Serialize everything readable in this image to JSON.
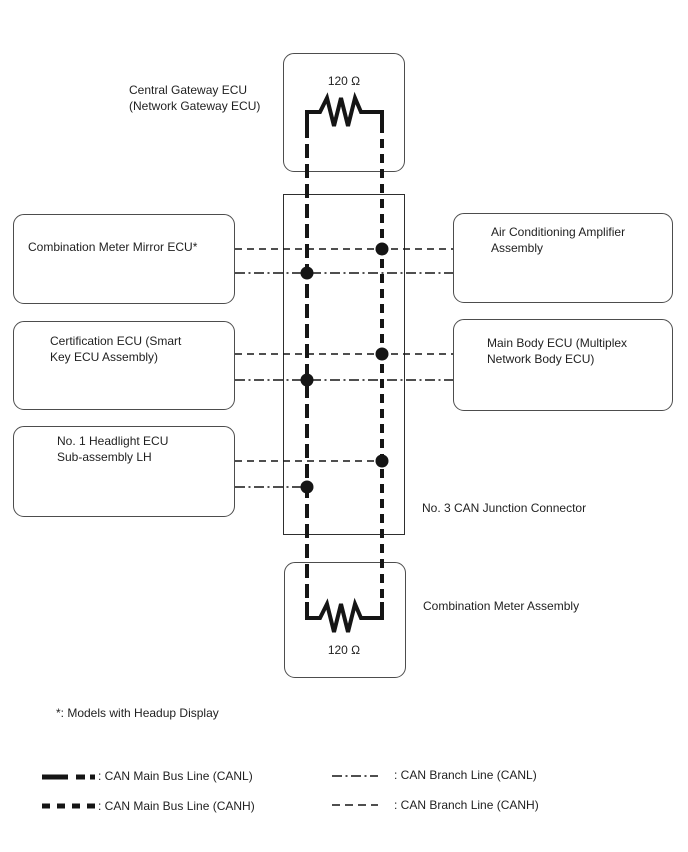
{
  "colors": {
    "ink": "#1a1a1a",
    "box_border": "#4d4d4d"
  },
  "top_terminator": {
    "label_line1": "Central Gateway ECU",
    "label_line2": "(Network Gateway ECU)",
    "resistance": "120 Ω"
  },
  "junction": {
    "label": "No. 3 CAN Junction Connector"
  },
  "bottom_terminator": {
    "label": "Combination Meter Assembly",
    "resistance": "120 Ω"
  },
  "left_ecus": [
    {
      "line1": "Combination Meter Mirror ECU*",
      "line2": ""
    },
    {
      "line1": "Certification ECU (Smart",
      "line2": "Key ECU Assembly)"
    },
    {
      "line1": "No. 1 Headlight ECU",
      "line2": "Sub-assembly LH"
    }
  ],
  "right_ecus": [
    {
      "line1": "Air Conditioning Amplifier",
      "line2": "Assembly"
    },
    {
      "line1": "Main Body ECU (Multiplex",
      "line2": "Network Body ECU)"
    }
  ],
  "footnote": "*: Models with Headup Display",
  "legend": {
    "main_canl": ": CAN Main Bus Line (CANL)",
    "main_canh": ": CAN Main Bus Line (CANH)",
    "branch_canl": ": CAN Branch Line (CANL)",
    "branch_canh": ": CAN Branch Line (CANH)"
  }
}
